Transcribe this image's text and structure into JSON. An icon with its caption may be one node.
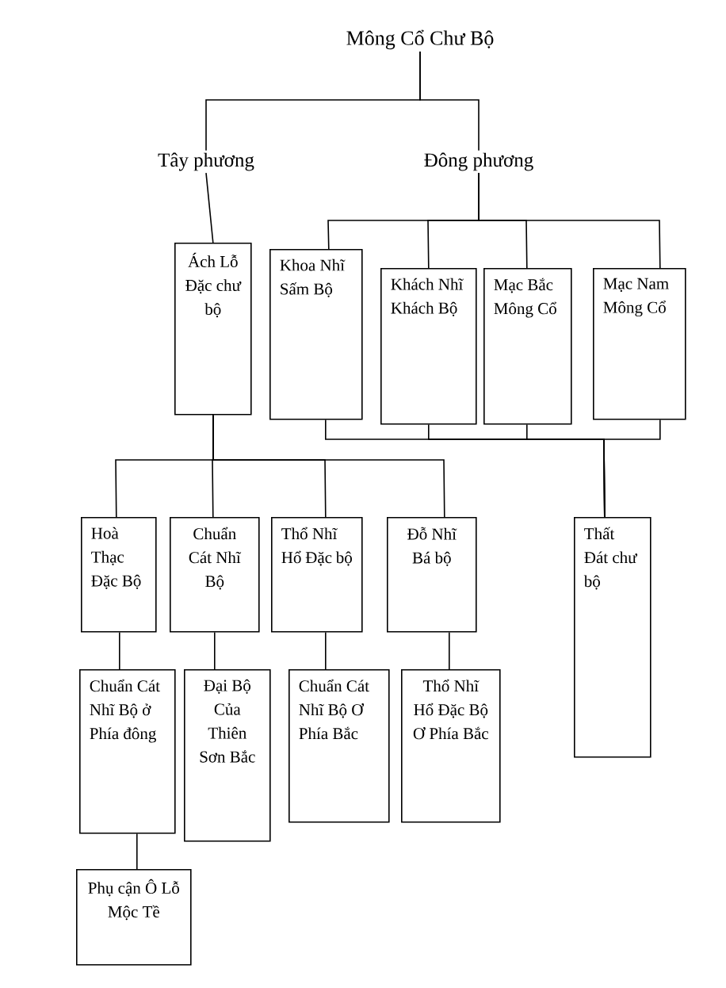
{
  "diagram": {
    "nodes": [
      {
        "text": [
          "Mông Cổ Chư Bộ"
        ]
      },
      {
        "text": [
          "Tây phương"
        ]
      },
      {
        "text": [
          "Đông phương"
        ]
      },
      {
        "text": [
          "Ách Lỗ Đặc chư bộ"
        ]
      },
      {
        "text": [
          "Khoa Nhĩ Sấm Bộ"
        ]
      },
      {
        "text": [
          "Khách Nhĩ Khách Bộ"
        ]
      },
      {
        "text": [
          "Mạc Bắc Mông Cổ"
        ]
      },
      {
        "text": [
          "Mạc Nam Mông Cổ"
        ]
      },
      {
        "text": [
          "Hoà Thạc Đặc Bộ"
        ]
      },
      {
        "text": [
          "Chuẩn Cát Nhĩ Bộ"
        ]
      },
      {
        "text": [
          "Thổ Nhĩ Hổ Đặc bộ"
        ]
      },
      {
        "text": [
          "Đỗ Nhĩ Bá bộ"
        ]
      },
      {
        "text": [
          "Thất Đát chư bộ"
        ]
      },
      {
        "text": [
          "Chuẩn Cát Nhĩ Bộ ở Phía đông"
        ]
      },
      {
        "text": [
          "Đại Bộ Của Thiên Sơn Bắc"
        ]
      },
      {
        "text": [
          "Chuẩn Cát Nhĩ Bộ Ơ Phía Bắc"
        ]
      },
      {
        "text": [
          "Thổ Nhĩ Hổ Đặc Bộ Ơ Phía Bắc"
        ]
      },
      {
        "text": [
          "Phụ cận Ô Lỗ Mộc Tề"
        ]
      }
    ],
    "edges": [
      {
        "from": 0,
        "to": 1,
        "arrow": "none"
      },
      {
        "from": 0,
        "to": 2,
        "arrow": "none"
      },
      {
        "from": 1,
        "to": 3,
        "arrow": "none"
      },
      {
        "from": 2,
        "to": 4,
        "arrow": "none"
      },
      {
        "from": 2,
        "to": 5,
        "arrow": "none"
      },
      {
        "from": 2,
        "to": 6,
        "arrow": "none"
      },
      {
        "from": 2,
        "to": 7,
        "arrow": "none"
      },
      {
        "from": 3,
        "to": 8,
        "arrow": "none"
      },
      {
        "from": 3,
        "to": 9,
        "arrow": "none"
      },
      {
        "from": 3,
        "to": 10,
        "arrow": "none"
      },
      {
        "from": 3,
        "to": 11,
        "arrow": "none"
      },
      {
        "from": 4,
        "to": 12,
        "arrow": "none"
      },
      {
        "from": 5,
        "to": 12,
        "arrow": "none"
      },
      {
        "from": 6,
        "to": 12,
        "arrow": "none"
      },
      {
        "from": 7,
        "to": 12,
        "arrow": "none"
      },
      {
        "from": 8,
        "to": 13,
        "arrow": "none"
      },
      {
        "from": 9,
        "to": 14,
        "arrow": "none"
      },
      {
        "from": 10,
        "to": 15,
        "arrow": "none"
      },
      {
        "from": 11,
        "to": 16,
        "arrow": "none"
      },
      {
        "from": 13,
        "to": 17,
        "arrow": "none"
      }
    ]
  }
}
